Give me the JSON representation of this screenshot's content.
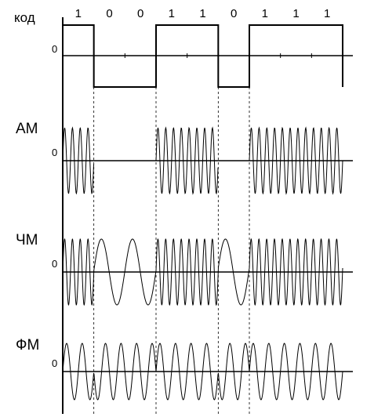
{
  "code_label": "код",
  "bits": [
    "1",
    "0",
    "0",
    "1",
    "1",
    "0",
    "1",
    "1",
    "1"
  ],
  "zero_label": "0",
  "tracks": {
    "am": {
      "label": "АМ"
    },
    "fm_freq": {
      "label": "ЧМ"
    },
    "pm": {
      "label": "ФМ"
    }
  },
  "line_color": "#000000"
}
